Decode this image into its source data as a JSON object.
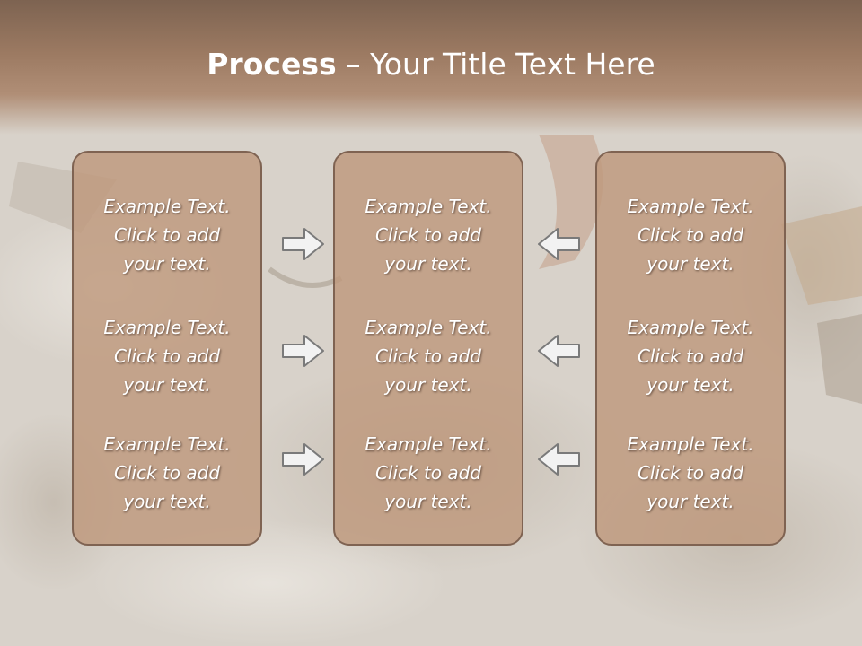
{
  "slide": {
    "title_bold": "Process",
    "title_rest": " – Your Title Text Here"
  },
  "panels": [
    {
      "items": [
        {
          "l1": "Example Text.",
          "l2": "Click  to add",
          "l3": "your text."
        },
        {
          "l1": "Example Text.",
          "l2": "Click  to add",
          "l3": "your text."
        },
        {
          "l1": "Example Text.",
          "l2": "Click  to add",
          "l3": "your text."
        }
      ]
    },
    {
      "items": [
        {
          "l1": "Example Text.",
          "l2": "Click  to add",
          "l3": "your text."
        },
        {
          "l1": "Example Text.",
          "l2": "Click  to add",
          "l3": "your text."
        },
        {
          "l1": "Example Text.",
          "l2": "Click  to add",
          "l3": "your text."
        }
      ]
    },
    {
      "items": [
        {
          "l1": "Example Text.",
          "l2": "Click  to add",
          "l3": "your text."
        },
        {
          "l1": "Example Text.",
          "l2": "Click  to add",
          "l3": "your text."
        },
        {
          "l1": "Example Text.",
          "l2": "Click  to add",
          "l3": "your text."
        }
      ]
    }
  ],
  "arrows": {
    "left_column": "arrow-right-icon",
    "right_column": "arrow-left-icon"
  },
  "colors": {
    "panel_fill": "#be987c",
    "panel_border": "#7f6352",
    "title_band": "#9c7a62",
    "text": "#ffffff",
    "arrow_fill": "#f2f2f2",
    "arrow_stroke": "#7a7a7a"
  }
}
